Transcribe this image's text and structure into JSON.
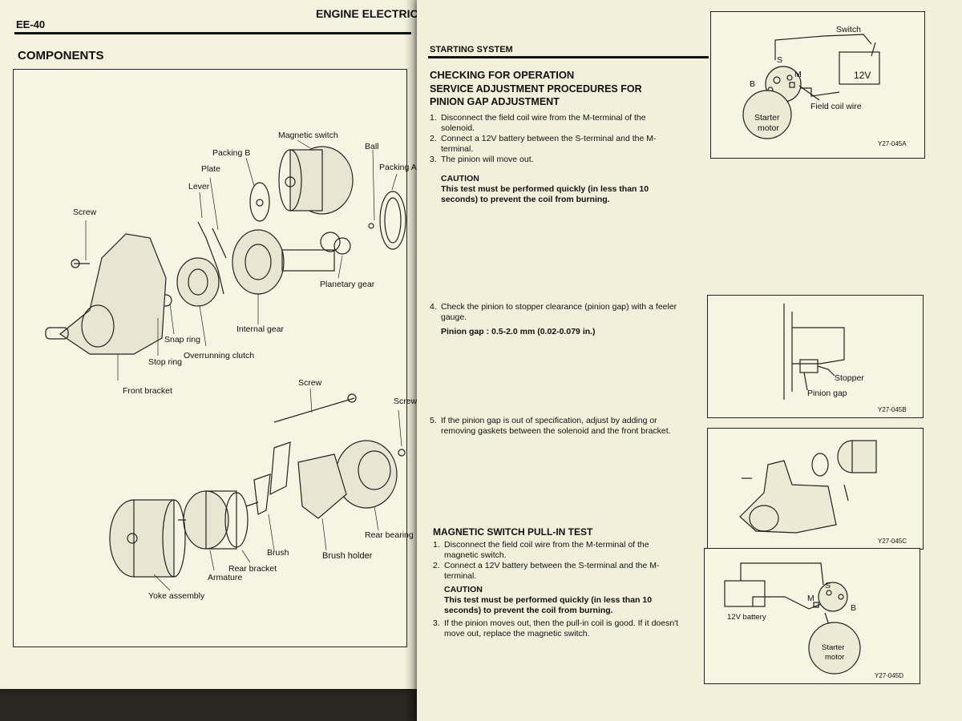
{
  "left": {
    "page_number": "EE-40",
    "section_header": "ENGINE ELECTRICAL S",
    "title": "COMPONENTS",
    "labels": {
      "magnetic_switch": "Magnetic switch",
      "ball": "Ball",
      "packing_b": "Packing B",
      "packing_a": "Packing A",
      "plate": "Plate",
      "lever": "Lever",
      "screw_top": "Screw",
      "planetary_gear": "Planetary gear",
      "internal_gear": "Internal gear",
      "snap_ring": "Snap ring",
      "overrunning_clutch": "Overrunning clutch",
      "stop_ring": "Stop ring",
      "front_bracket": "Front bracket",
      "screw_mid": "Screw",
      "screw_right": "Screw",
      "rear_bearing": "Rear bearing",
      "brush_holder": "Brush holder",
      "brush": "Brush",
      "rear_bracket": "Rear bracket",
      "armature": "Armature",
      "yoke_assembly": "Yoke assembly"
    }
  },
  "right": {
    "section_header": "STARTING SYSTEM",
    "heading1": "CHECKING FOR OPERATION",
    "heading2a": "SERVICE ADJUSTMENT PROCEDURES FOR",
    "heading2b": "PINION GAP ADJUSTMENT",
    "steps1": [
      {
        "n": "1.",
        "text": "Disconnect the field coil wire from the M-terminal of the"
      },
      {
        "n": "",
        "text": "solenoid."
      },
      {
        "n": "2.",
        "text": "Connect a 12V battery between the S-terminal and the M-"
      },
      {
        "n": "",
        "text": "terminal."
      },
      {
        "n": "3.",
        "text": "The pinion will move out."
      }
    ],
    "caution_label": "CAUTION",
    "caution1_line1": "This test must be performed quickly (in less than 10",
    "caution1_line2": "seconds) to prevent the coil from burning.",
    "step4_line1": "Check the pinion to stopper clearance (pinion gap) with a feeler",
    "step4_line2": "gauge.",
    "step4_n": "4.",
    "pinion_gap_spec": "Pinion gap : 0.5-2.0 mm (0.02-0.079 in.)",
    "step5_n": "5.",
    "step5_line1": "If the pinion gap is out of specification, adjust by adding or",
    "step5_line2": "removing gaskets between the solenoid and the front bracket.",
    "heading3": "MAGNETIC SWITCH PULL-IN TEST",
    "steps2": [
      {
        "n": "1.",
        "text": "Disconnect the field coil wire from the M-terminal of the"
      },
      {
        "n": "",
        "text": "magnetic switch."
      },
      {
        "n": "2.",
        "text": "Connect a 12V battery between the S-terminal and the M-"
      },
      {
        "n": "",
        "text": "terminal."
      }
    ],
    "caution2_label": "CAUTION",
    "caution2_line1": "This test must be performed quickly (in less than 10",
    "caution2_line2": "seconds) to prevent the coil from burning.",
    "step3b_n": "3.",
    "step3b_line1": "If the pinion moves out, then the pull-in coil is good. If it doesn't",
    "step3b_line2": "move out, replace the magnetic switch.",
    "fig1": {
      "switch": "Switch",
      "s": "S",
      "b": "B",
      "m": "M",
      "v12": "12V",
      "field": "Field coil wire",
      "starter1": "Starter",
      "starter2": "motor",
      "code": "Y27-045A"
    },
    "fig2": {
      "stopper": "Stopper",
      "pinion_gap": "Pinion gap",
      "code": "Y27-045B"
    },
    "fig3": {
      "code": "Y27-045C"
    },
    "fig4": {
      "battery": "12V battery",
      "m": "M",
      "s": "S",
      "b": "B",
      "starter1": "Starter",
      "starter2": "motor",
      "code": "Y27-045D"
    }
  }
}
